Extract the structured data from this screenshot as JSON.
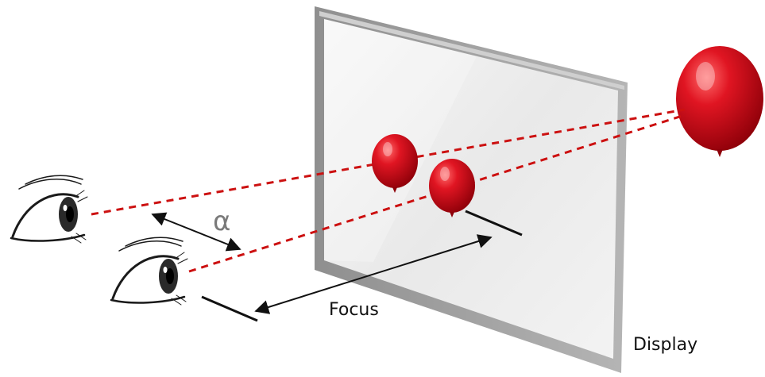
{
  "labels": {
    "alpha": "α",
    "focus": "Focus",
    "display": "Display"
  },
  "colors": {
    "sight_line": "#cc1111",
    "balloon": "#d6101c",
    "frame": "#9a9a9a",
    "screen": "#ececec",
    "ink": "#111111"
  },
  "icons": {
    "eyes": [
      "eye-icon",
      "eye-icon"
    ],
    "balloons": [
      "balloon-icon",
      "balloon-icon",
      "balloon-icon"
    ]
  }
}
